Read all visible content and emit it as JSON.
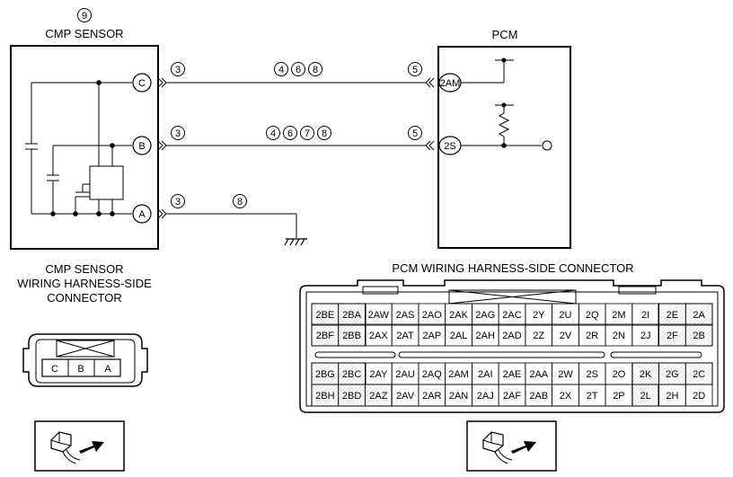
{
  "cmp": {
    "index": "9",
    "title": "CMP SENSOR",
    "pins": [
      "C",
      "B",
      "A"
    ],
    "connector_title": [
      "CMP SENSOR",
      "WIRING HARNESS-SIDE",
      "CONNECTOR"
    ]
  },
  "pcm": {
    "title": "PCM",
    "pins": [
      "2AM",
      "2S"
    ],
    "connector_title": "PCM WIRING HARNESS-SIDE CONNECTOR"
  },
  "wires": {
    "c_left": "3",
    "c_mid": [
      "4",
      "6",
      "8"
    ],
    "c_right": "5",
    "b_left": "3",
    "b_mid": [
      "4",
      "6",
      "7",
      "8"
    ],
    "b_right": "5",
    "a_left": "3",
    "a_mid": [
      "8"
    ]
  },
  "pcm_connector": {
    "rows": [
      [
        "2BE",
        "2BA",
        "2AW",
        "2AS",
        "2AO",
        "2AK",
        "2AG",
        "2AC",
        "2Y",
        "2U",
        "2Q",
        "2M",
        "2I",
        "2E",
        "2A"
      ],
      [
        "2BF",
        "2BB",
        "2AX",
        "2AT",
        "2AP",
        "2AL",
        "2AH",
        "2AD",
        "2Z",
        "2V",
        "2R",
        "2N",
        "2J",
        "2F",
        "2B"
      ],
      [
        "2BG",
        "2BC",
        "2AY",
        "2AU",
        "2AQ",
        "2AM",
        "2AI",
        "2AE",
        "2AA",
        "2W",
        "2S",
        "2O",
        "2K",
        "2G",
        "2C"
      ],
      [
        "2BH",
        "2BD",
        "2AZ",
        "2AV",
        "2AR",
        "2AN",
        "2AJ",
        "2AF",
        "2AB",
        "2X",
        "2T",
        "2P",
        "2L",
        "2H",
        "2D"
      ]
    ]
  }
}
